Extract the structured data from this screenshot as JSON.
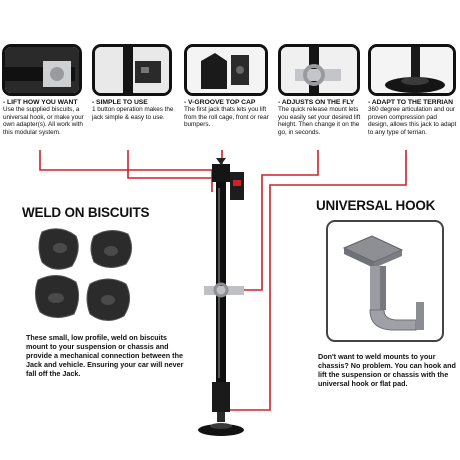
{
  "top_panels": [
    {
      "title": "- LIFT HOW YOU WANT",
      "text": "Use the supplied biscuits, a universal hook, or make your own adapter(s). All work with this modular system."
    },
    {
      "title": "- SIMPLE TO USE",
      "text": "1 button operation makes the jack simple & easy to use."
    },
    {
      "title": "- V-GROOVE TOP CAP",
      "text": "The first jack thats lets you lift from the roll cage, front or rear bumpers."
    },
    {
      "title": "- ADJUSTS ON THE FLY",
      "text": "The quick release mount lets you easily set your desired lift height. Then change it on the go, in seconds."
    },
    {
      "title": "- ADAPT TO THE TERRIAN",
      "text": "360 degree articulation and our proven compression pad design, allows this jack to adapt to any type of terrian."
    }
  ],
  "weld": {
    "heading": "WELD ON BISCUITS",
    "body": "These  small, low profile, weld on biscuits mount to your suspension or chassis and provide a mechanical connection between the Jack and vehicle.  Ensuring your car will never fall off the Jack."
  },
  "hook": {
    "heading": "UNIVERSAL HOOK",
    "body": "Don't want to weld mounts to your chassis? No problem. You can hook and lift the suspension or chassis with the universal hook or flat pad."
  },
  "colors": {
    "callout_line": "#d0202a",
    "frame": "#111111"
  }
}
